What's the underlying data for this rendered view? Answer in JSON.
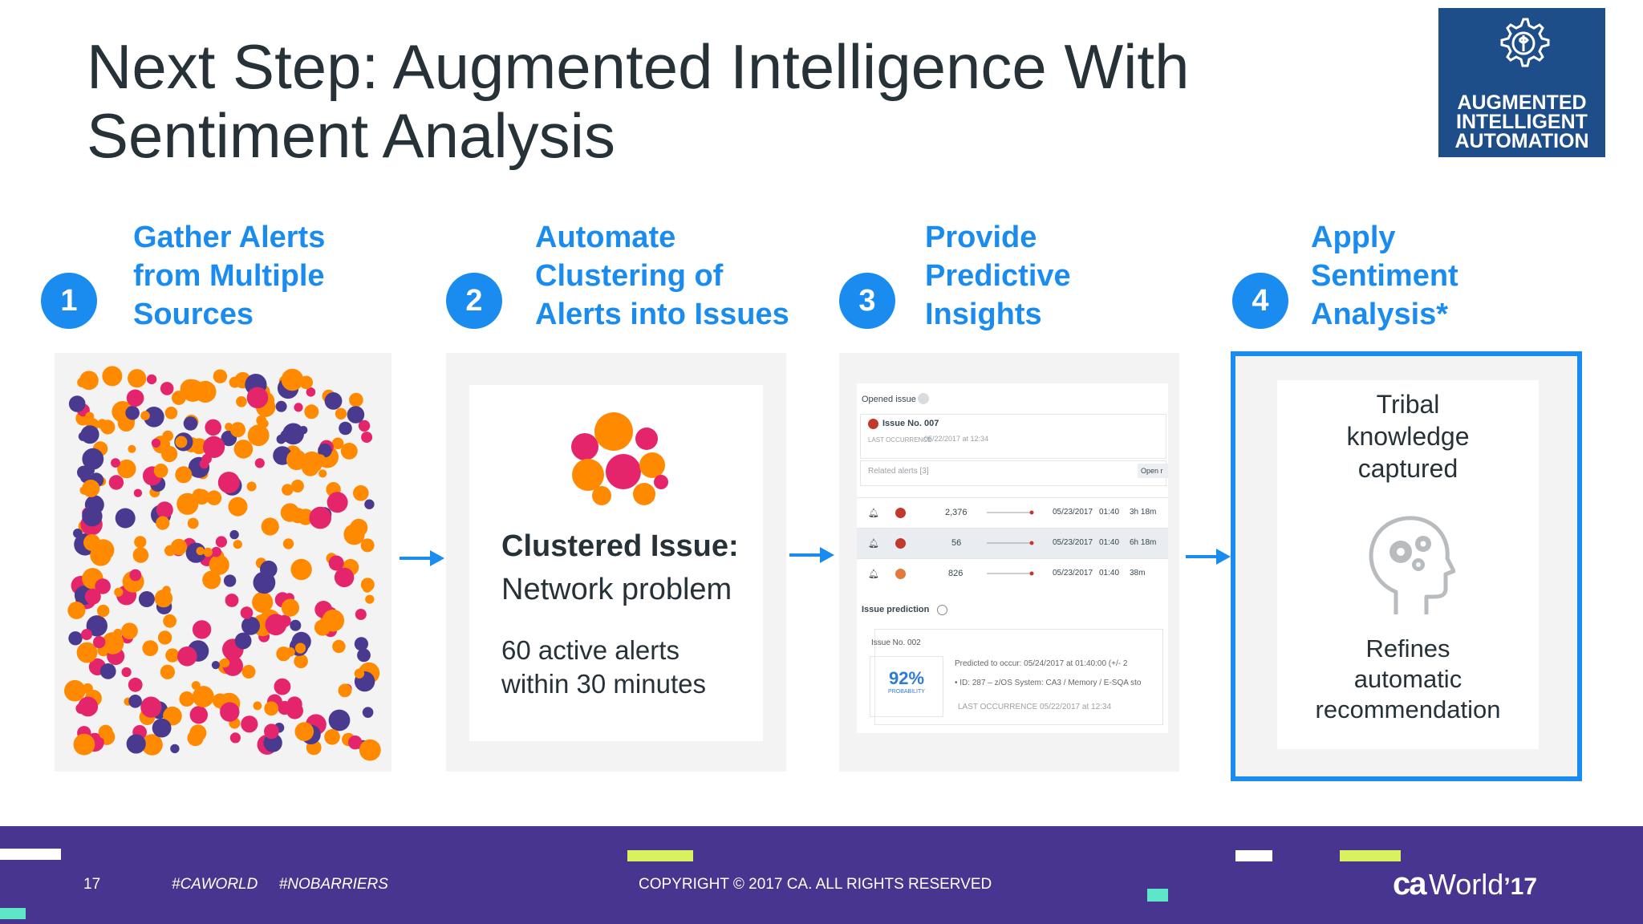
{
  "title": "Next Step: Augmented Intelligence With Sentiment Analysis",
  "badge": {
    "text": "AUGMENTED INTELLIGENT AUTOMATION",
    "icon": "gear-brain-icon",
    "color": "#1d4e89"
  },
  "accent_color": "#1a8cf0",
  "steps": [
    {
      "number": "1",
      "title": "Gather Alerts\nfrom Multiple\nSources"
    },
    {
      "number": "2",
      "title": "Automate\nClustering of\nAlerts into Issues"
    },
    {
      "number": "3",
      "title": "Provide\nPredictive\nInsights"
    },
    {
      "number": "4",
      "title": "Apply\nSentiment\nAnalysis*"
    }
  ],
  "cluster": {
    "heading": "Clustered Issue:",
    "subheading": "Network problem",
    "body": "60 active alerts\nwithin 30 minutes"
  },
  "dashboard": {
    "opened_issue_label": "Opened issue",
    "issue_title": "Issue No. 007",
    "last_occurrence_label": "LAST OCCURRENCE",
    "last_occurrence_value": "05/22/2017 at 12:34",
    "related_alerts_label": "Related alerts [3]",
    "open_button": "Open r",
    "alerts": [
      {
        "count": "2,376",
        "date": "05/23/2017",
        "time": "01:40",
        "age": "3h 18m"
      },
      {
        "count": "56",
        "date": "05/23/2017",
        "time": "01:40",
        "age": "6h 18m"
      },
      {
        "count": "826",
        "date": "05/23/2017",
        "time": "01:40",
        "age": "38m"
      }
    ],
    "prediction_label": "Issue prediction",
    "prediction_issue": "Issue No. 002",
    "probability": "92%",
    "probability_label": "PROBABILITY",
    "predicted_line": "Predicted to occur: 05/24/2017 at 01:40:00 (+/- 2",
    "id_line": "• ID: 287 – z/OS System: CA3 / Memory / E-SQA sto",
    "pred_last_occurrence": "LAST OCCURRENCE 05/22/2017 at 12:34"
  },
  "sentiment": {
    "top_text": "Tribal\nknowledge\ncaptured",
    "icon": "head-gears-icon",
    "bottom_text": "Refines\nautomatic\nrecommendation"
  },
  "footer": {
    "page": "17",
    "tags": "#CAWORLD     #NOBARRIERS",
    "copyright": "COPYRIGHT © 2017 CA. ALL RIGHTS RESERVED",
    "logo_ca": "ca",
    "logo_world": "World",
    "logo_year": "’17",
    "background": "#483590"
  }
}
